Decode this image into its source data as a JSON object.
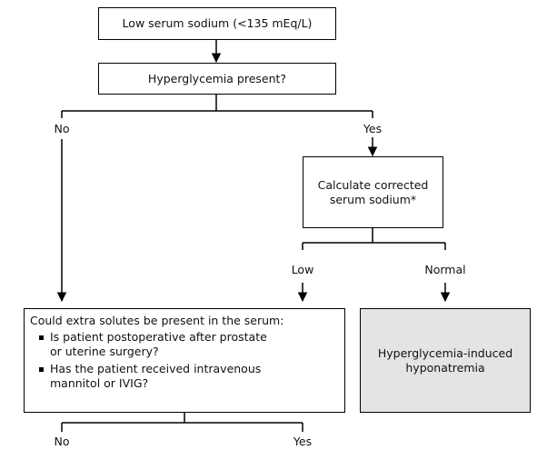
{
  "flowchart": {
    "start": "Low serum sodium (<135 mEq/L)",
    "q_hyperglycemia": "Hyperglycemia present?",
    "no_label": "No",
    "yes_label": "Yes",
    "corrected_box": [
      "Calculate corrected",
      "serum sodium*"
    ],
    "low_label": "Low",
    "normal_label": "Normal",
    "solutes_box": {
      "title": "Could extra solutes be present in the serum:",
      "bullets": [
        [
          "Is patient postoperative after prostate",
          "or uterine surgery?"
        ],
        [
          "Has the patient received intravenous",
          "mannitol or IVIG?"
        ]
      ]
    },
    "result_box": [
      "Hyperglycemia-induced",
      "hyponatremia"
    ],
    "bottom_no": "No",
    "bottom_yes": "Yes"
  }
}
